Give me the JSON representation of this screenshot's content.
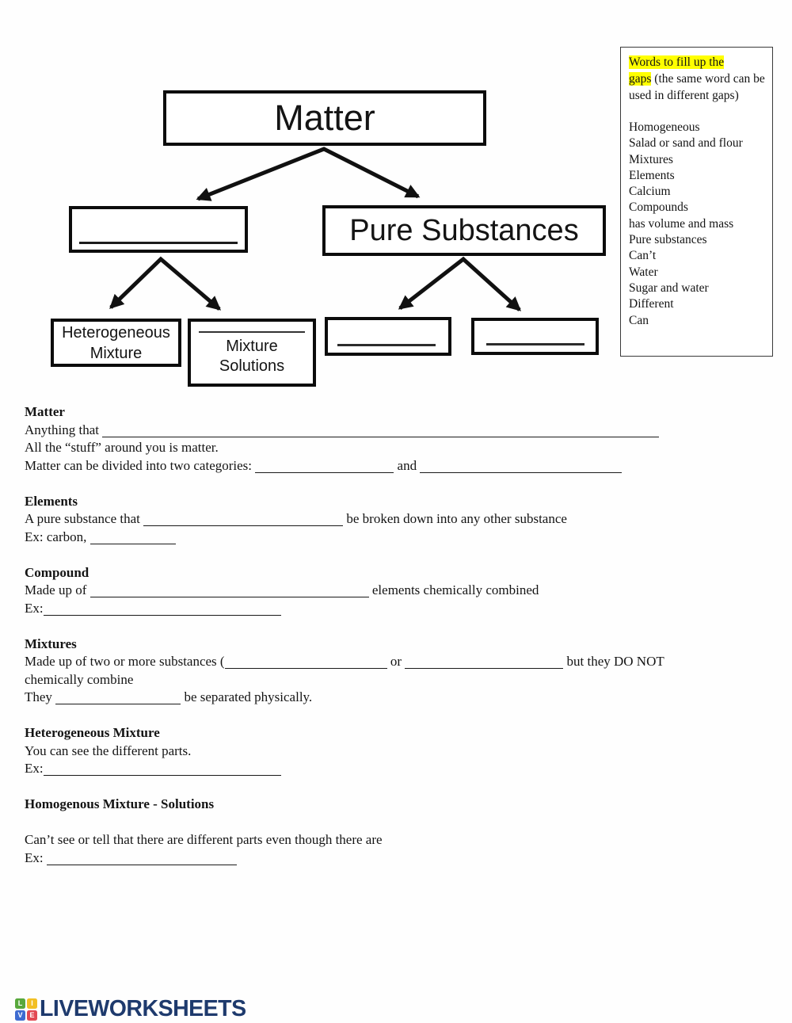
{
  "diagram": {
    "matter": "Matter",
    "pure_substances": "Pure Substances",
    "heterogeneous": [
      "Heterogeneous",
      "Mixture"
    ],
    "mixture_solutions": [
      "Mixture",
      "Solutions"
    ]
  },
  "word_bank": {
    "title_highlight_line1": "Words to fill up the",
    "title_highlight_line2": "gaps",
    "title_rest": " (the same word can be used in different gaps)",
    "words": [
      "Homogeneous",
      "Salad or sand and flour",
      "Mixtures",
      "Elements",
      "Calcium",
      "Compounds",
      "has volume and mass",
      "Pure substances",
      "Can’t",
      "Water",
      "Sugar and water",
      "Different",
      "Can"
    ]
  },
  "sections": [
    {
      "heading": "Matter",
      "lines": [
        {
          "segments": [
            {
              "text": "Anything that "
            },
            {
              "blank": 703
            }
          ]
        },
        {
          "segments": [
            {
              "text": "All the “stuff” around you is matter."
            }
          ]
        },
        {
          "segments": [
            {
              "text": "Matter can be divided into two categories: "
            },
            {
              "blank": 175
            },
            {
              "text": " and "
            },
            {
              "blank": 255
            }
          ]
        }
      ]
    },
    {
      "heading": "Elements",
      "lines": [
        {
          "segments": [
            {
              "text": "A pure substance that "
            },
            {
              "blank": 252
            },
            {
              "text": " be broken down into any other substance"
            }
          ]
        },
        {
          "segments": [
            {
              "text": "Ex: carbon, "
            },
            {
              "blank": 108
            }
          ]
        }
      ]
    },
    {
      "heading": "Compound",
      "lines": [
        {
          "segments": [
            {
              "text": "Made up of "
            },
            {
              "blank": 352
            },
            {
              "text": " elements chemically combined"
            }
          ]
        },
        {
          "segments": [
            {
              "text": "Ex:"
            },
            {
              "blank": 300
            }
          ]
        }
      ]
    },
    {
      "heading": "Mixtures",
      "lines": [
        {
          "segments": [
            {
              "text": "Made up of two or more substances ("
            },
            {
              "blank": 205
            },
            {
              "text": " or "
            },
            {
              "blank": 200
            },
            {
              "text": " but they DO NOT"
            }
          ]
        },
        {
          "segments": [
            {
              "text": "chemically combine"
            }
          ]
        },
        {
          "segments": [
            {
              "text": "They "
            },
            {
              "blank": 158
            },
            {
              "text": " be separated physically."
            }
          ]
        }
      ]
    },
    {
      "heading": "Heterogeneous Mixture",
      "lines": [
        {
          "segments": [
            {
              "text": "You can see the different parts."
            }
          ]
        },
        {
          "segments": [
            {
              "text": "Ex:"
            },
            {
              "blank": 300
            }
          ]
        }
      ]
    },
    {
      "heading": "Homogenous Mixture - Solutions",
      "lines": [
        {
          "gap_before": true,
          "segments": [
            {
              "text": "Can’t see or tell that there are different parts even though there are"
            }
          ]
        },
        {
          "segments": [
            {
              "text": "Ex: "
            },
            {
              "blank": 240
            }
          ]
        }
      ]
    }
  ],
  "footer": {
    "brand": "LIVEWORKSHEETS",
    "tiles": [
      {
        "letter": "L",
        "color": "#58a83c"
      },
      {
        "letter": "I",
        "color": "#f2bf24"
      },
      {
        "letter": "V",
        "color": "#3d6bd0"
      },
      {
        "letter": "E",
        "color": "#e24953"
      }
    ]
  }
}
